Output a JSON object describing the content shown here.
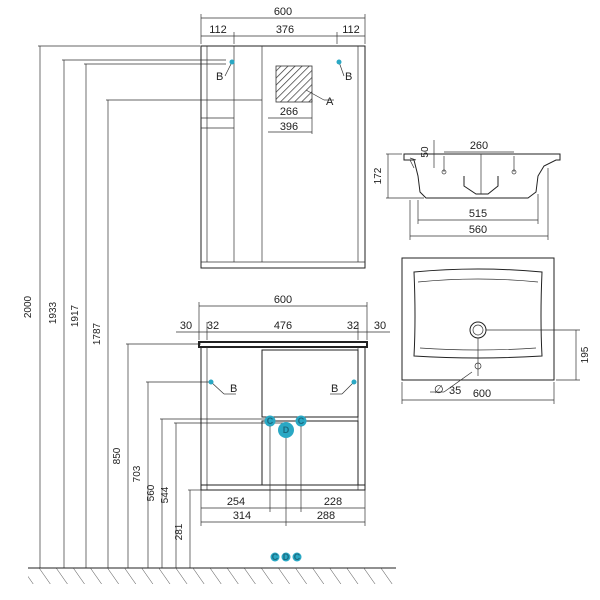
{
  "mirror_cabinet": {
    "width": "600",
    "shelf_left": "112",
    "mirror_width": "376",
    "shelf_right": "112",
    "hatch_width": "266",
    "hatch_offset": "396",
    "marker_b": "B",
    "marker_a": "A"
  },
  "heights": {
    "total": "2000",
    "h1933": "1933",
    "h1917": "1917",
    "h1787": "1787",
    "h850": "850",
    "h703": "703",
    "h560": "560",
    "h544": "544",
    "h281": "281"
  },
  "vanity": {
    "width": "600",
    "edge_left": "30",
    "inset_left": "32",
    "middle": "476",
    "inset_right": "32",
    "edge_right": "30",
    "marker_b": "B",
    "marker_c": "C",
    "marker_d": "D",
    "bottom_254": "254",
    "bottom_228": "228",
    "bottom_314": "314",
    "bottom_288": "288"
  },
  "sink_front": {
    "height": "172",
    "depth_top": "50",
    "hole_spacing": "260",
    "inner": "515",
    "outer": "560"
  },
  "sink_top": {
    "drain_offset": "195",
    "drain_diameter": "35",
    "width": "600",
    "diameter_symbol": "∅"
  },
  "accent_color": "#2aa8c4"
}
